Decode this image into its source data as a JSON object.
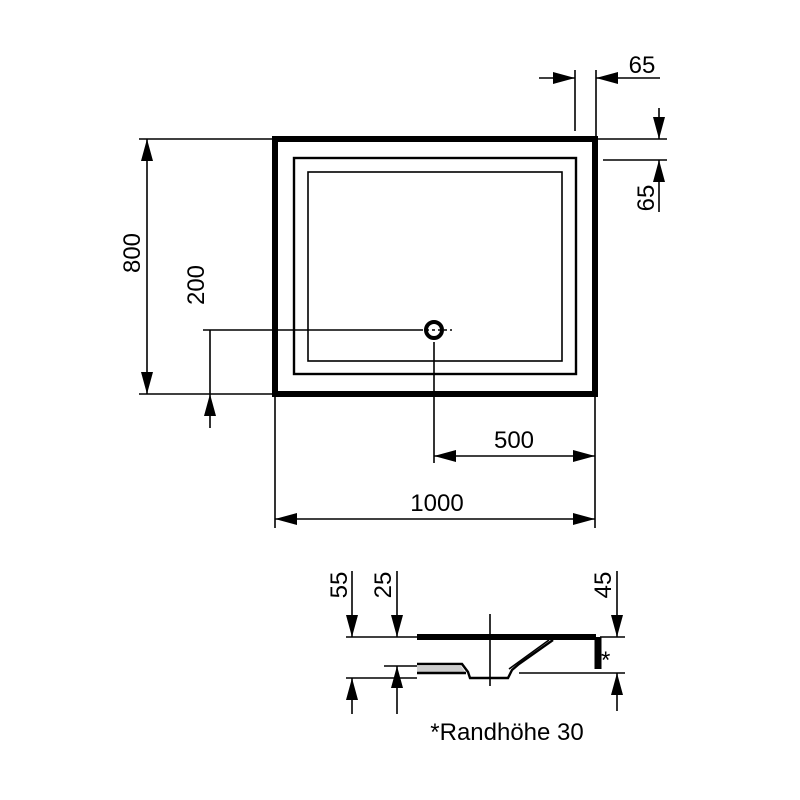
{
  "plan_view": {
    "dim_width": "1000",
    "dim_depth": "800",
    "dim_drain_x": "500",
    "dim_drain_y": "200",
    "dim_rim_right": "65",
    "dim_rim_top": "65"
  },
  "section_view": {
    "dim_total_height": "55",
    "dim_inner_height": "25",
    "dim_rim_height": "45",
    "asterisk": "*",
    "footnote": "*Randhöhe 30"
  },
  "colors": {
    "line": "#000000",
    "fill_gray": "#cccccc",
    "background": "#ffffff"
  }
}
